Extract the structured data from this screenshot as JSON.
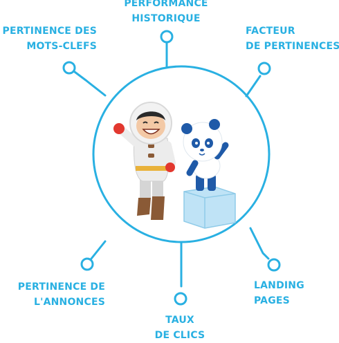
{
  "diagram": {
    "accent_color": "#29b0e2",
    "labels": {
      "top": {
        "line1": "PERFORMANCE",
        "line2": "HISTORIQUE"
      },
      "top_left": {
        "line1": "PERTINENCE DES",
        "line2": "MOTS-CLEFS"
      },
      "top_right": {
        "line1": "FACTEUR",
        "line2": "DE PERTINENCES"
      },
      "bottom_left": {
        "line1": "PERTINENCE DE",
        "line2": "L'ANNONCES"
      },
      "bottom": {
        "line1": "TAUX",
        "line2": "DE CLICS"
      },
      "bottom_right": {
        "line1": "LANDING",
        "line2": "PAGES"
      }
    },
    "illustration": {
      "characters": [
        "inuit-child-character",
        "panda-on-ice-block"
      ]
    }
  }
}
